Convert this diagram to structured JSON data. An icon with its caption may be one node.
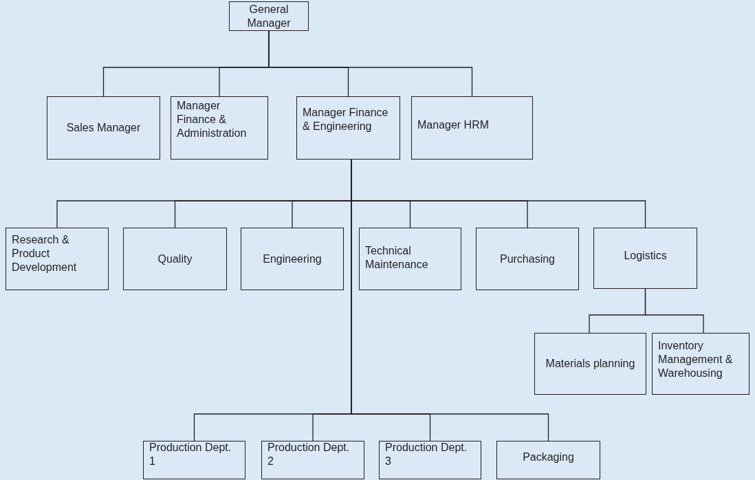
{
  "diagram": {
    "nodes": [
      {
        "text": [
          "General Manager"
        ]
      },
      {
        "text": [
          "Sales Manager"
        ]
      },
      {
        "text": [
          "Manager Finance & Administration"
        ]
      },
      {
        "text": [
          "Manager Finance & Engineering"
        ]
      },
      {
        "text": [
          "Manager HRM"
        ]
      },
      {
        "text": [
          "Research & Product Development"
        ]
      },
      {
        "text": [
          "Quality"
        ]
      },
      {
        "text": [
          "Engineering"
        ]
      },
      {
        "text": [
          "Technical Maintenance"
        ]
      },
      {
        "text": [
          "Purchasing"
        ]
      },
      {
        "text": [
          "Logistics"
        ]
      },
      {
        "text": [
          "Materials planning"
        ]
      },
      {
        "text": [
          "Inventory Management & Warehousing"
        ]
      },
      {
        "text": [
          "Production Dept. 1"
        ]
      },
      {
        "text": [
          "Production Dept. 2"
        ]
      },
      {
        "text": [
          "Production Dept. 3"
        ]
      },
      {
        "text": [
          "Packaging"
        ]
      }
    ],
    "edges": [
      {
        "from": 0,
        "to": 1,
        "arrow": "none"
      },
      {
        "from": 0,
        "to": 2,
        "arrow": "none"
      },
      {
        "from": 0,
        "to": 3,
        "arrow": "none"
      },
      {
        "from": 0,
        "to": 4,
        "arrow": "none"
      },
      {
        "from": 3,
        "to": 5,
        "arrow": "none"
      },
      {
        "from": 3,
        "to": 6,
        "arrow": "none"
      },
      {
        "from": 3,
        "to": 7,
        "arrow": "none"
      },
      {
        "from": 3,
        "to": 8,
        "arrow": "none"
      },
      {
        "from": 3,
        "to": 9,
        "arrow": "none"
      },
      {
        "from": 3,
        "to": 10,
        "arrow": "none"
      },
      {
        "from": 10,
        "to": 11,
        "arrow": "none"
      },
      {
        "from": 10,
        "to": 12,
        "arrow": "none"
      },
      {
        "from": 3,
        "to": 13,
        "arrow": "none"
      },
      {
        "from": 3,
        "to": 14,
        "arrow": "none"
      },
      {
        "from": 3,
        "to": 15,
        "arrow": "none"
      },
      {
        "from": 3,
        "to": 16,
        "arrow": "none"
      }
    ]
  }
}
